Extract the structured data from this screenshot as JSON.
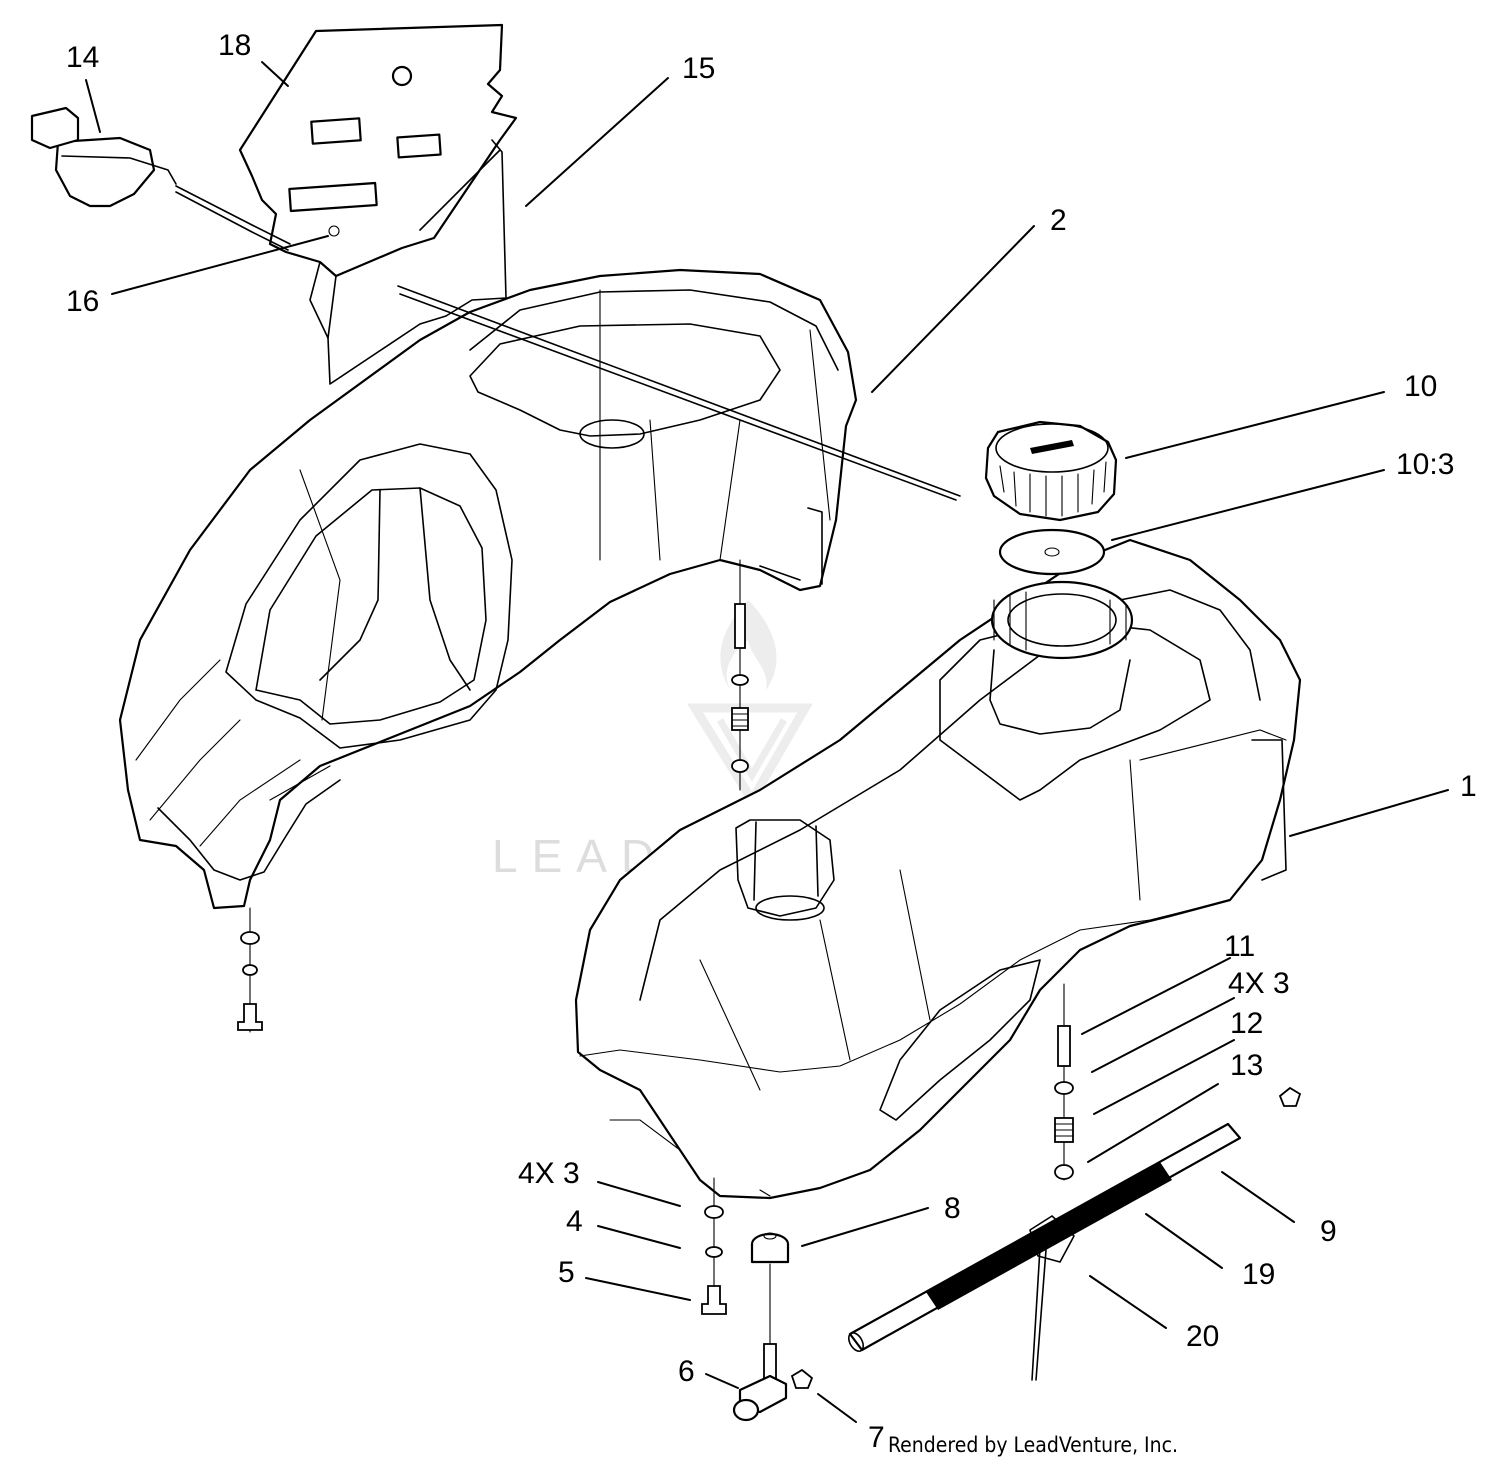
{
  "diagram": {
    "callouts": {
      "c14": "14",
      "c18": "18",
      "c15": "15",
      "c16": "16",
      "c2": "2",
      "c10": "10",
      "c10_3": "10:3",
      "c1": "1",
      "c11": "11",
      "c4x3_right": "4X 3",
      "c12": "12",
      "c13": "13",
      "c4x3_left": "4X 3",
      "c4": "4",
      "c5": "5",
      "c8": "8",
      "c9": "9",
      "c19": "19",
      "c20": "20",
      "c6": "6",
      "c7": "7"
    },
    "watermark": "LEADVENTURE",
    "credit": "Rendered by LeadVenture, Inc."
  }
}
